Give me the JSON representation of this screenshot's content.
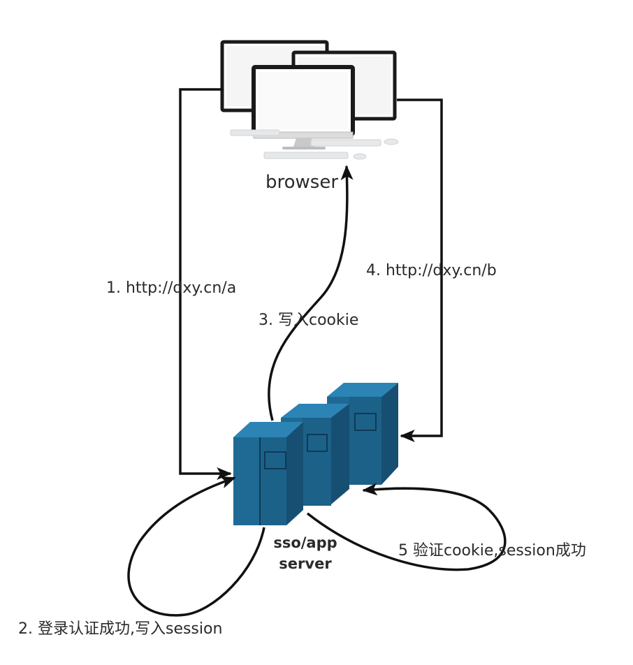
{
  "nodes": {
    "browser": {
      "label": "browser"
    },
    "server": {
      "label_line1": "sso/app",
      "label_line2": "server"
    }
  },
  "edges": [
    {
      "id": "step1",
      "label": "1. http://dxy.cn/a"
    },
    {
      "id": "step2",
      "label": "2. 登录认证成功,写入session"
    },
    {
      "id": "step3",
      "label": "3. 写入cookie"
    },
    {
      "id": "step4",
      "label": "4. http://dxy.cn/b"
    },
    {
      "id": "step5",
      "label": "5 验证cookie,session成功"
    }
  ],
  "colors": {
    "server_front": "#1f6a94",
    "server_side": "#164f72",
    "server_top": "#2c84b5",
    "line": "#111111",
    "monitor_frame": "#1a1a1a",
    "keyboard": "#e6e8ea"
  }
}
